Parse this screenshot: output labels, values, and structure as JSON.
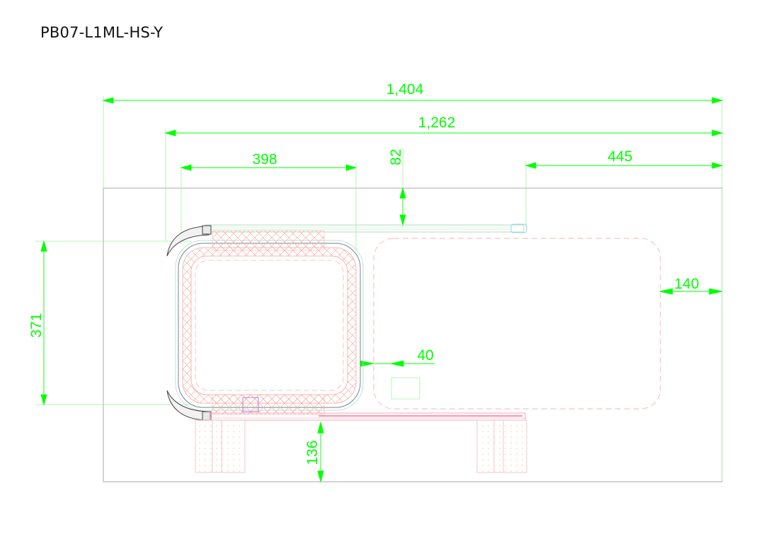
{
  "drawing": {
    "title": "PB07-L1ML-HS-Y",
    "colors": {
      "dimension": "#00ff00",
      "outline": "#a0a0a0",
      "hatch": "#f4a8a0",
      "rail": "#ff4f7a",
      "handle": "#555555"
    },
    "dimensions": {
      "overall_width": "1,404",
      "inner_width": "1,262",
      "basin_width": "398",
      "top_offset": "82",
      "right_rail": "445",
      "right_margin": "140",
      "gap": "40",
      "basin_depth": "371",
      "bottom_offset": "136"
    }
  }
}
